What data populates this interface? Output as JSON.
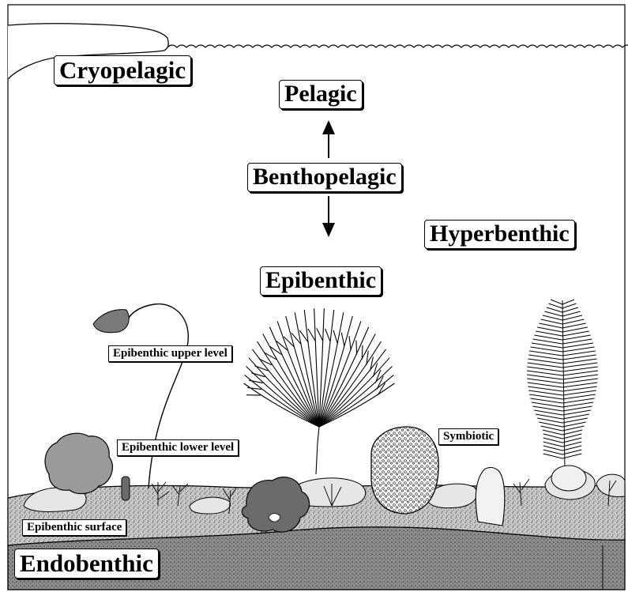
{
  "labels": {
    "cryopelagic": "Cryopelagic",
    "pelagic": "Pelagic",
    "benthopelagic": "Benthopelagic",
    "hyperbenthic": "Hyperbenthic",
    "epibenthic": "Epibenthic",
    "epibenthic_upper": "Epibenthic upper level",
    "epibenthic_lower": "Epibenthic lower level",
    "symbiotic": "Symbiotic",
    "epibenthic_surface": "Epibenthic surface",
    "endobenthic": "Endobenthic"
  },
  "colors": {
    "line": "#000000",
    "sediment_dark": "#8a8a8a",
    "sediment_light": "#bdbdbd",
    "organism_gray": "#9a9a9a",
    "organism_dark": "#555555"
  }
}
